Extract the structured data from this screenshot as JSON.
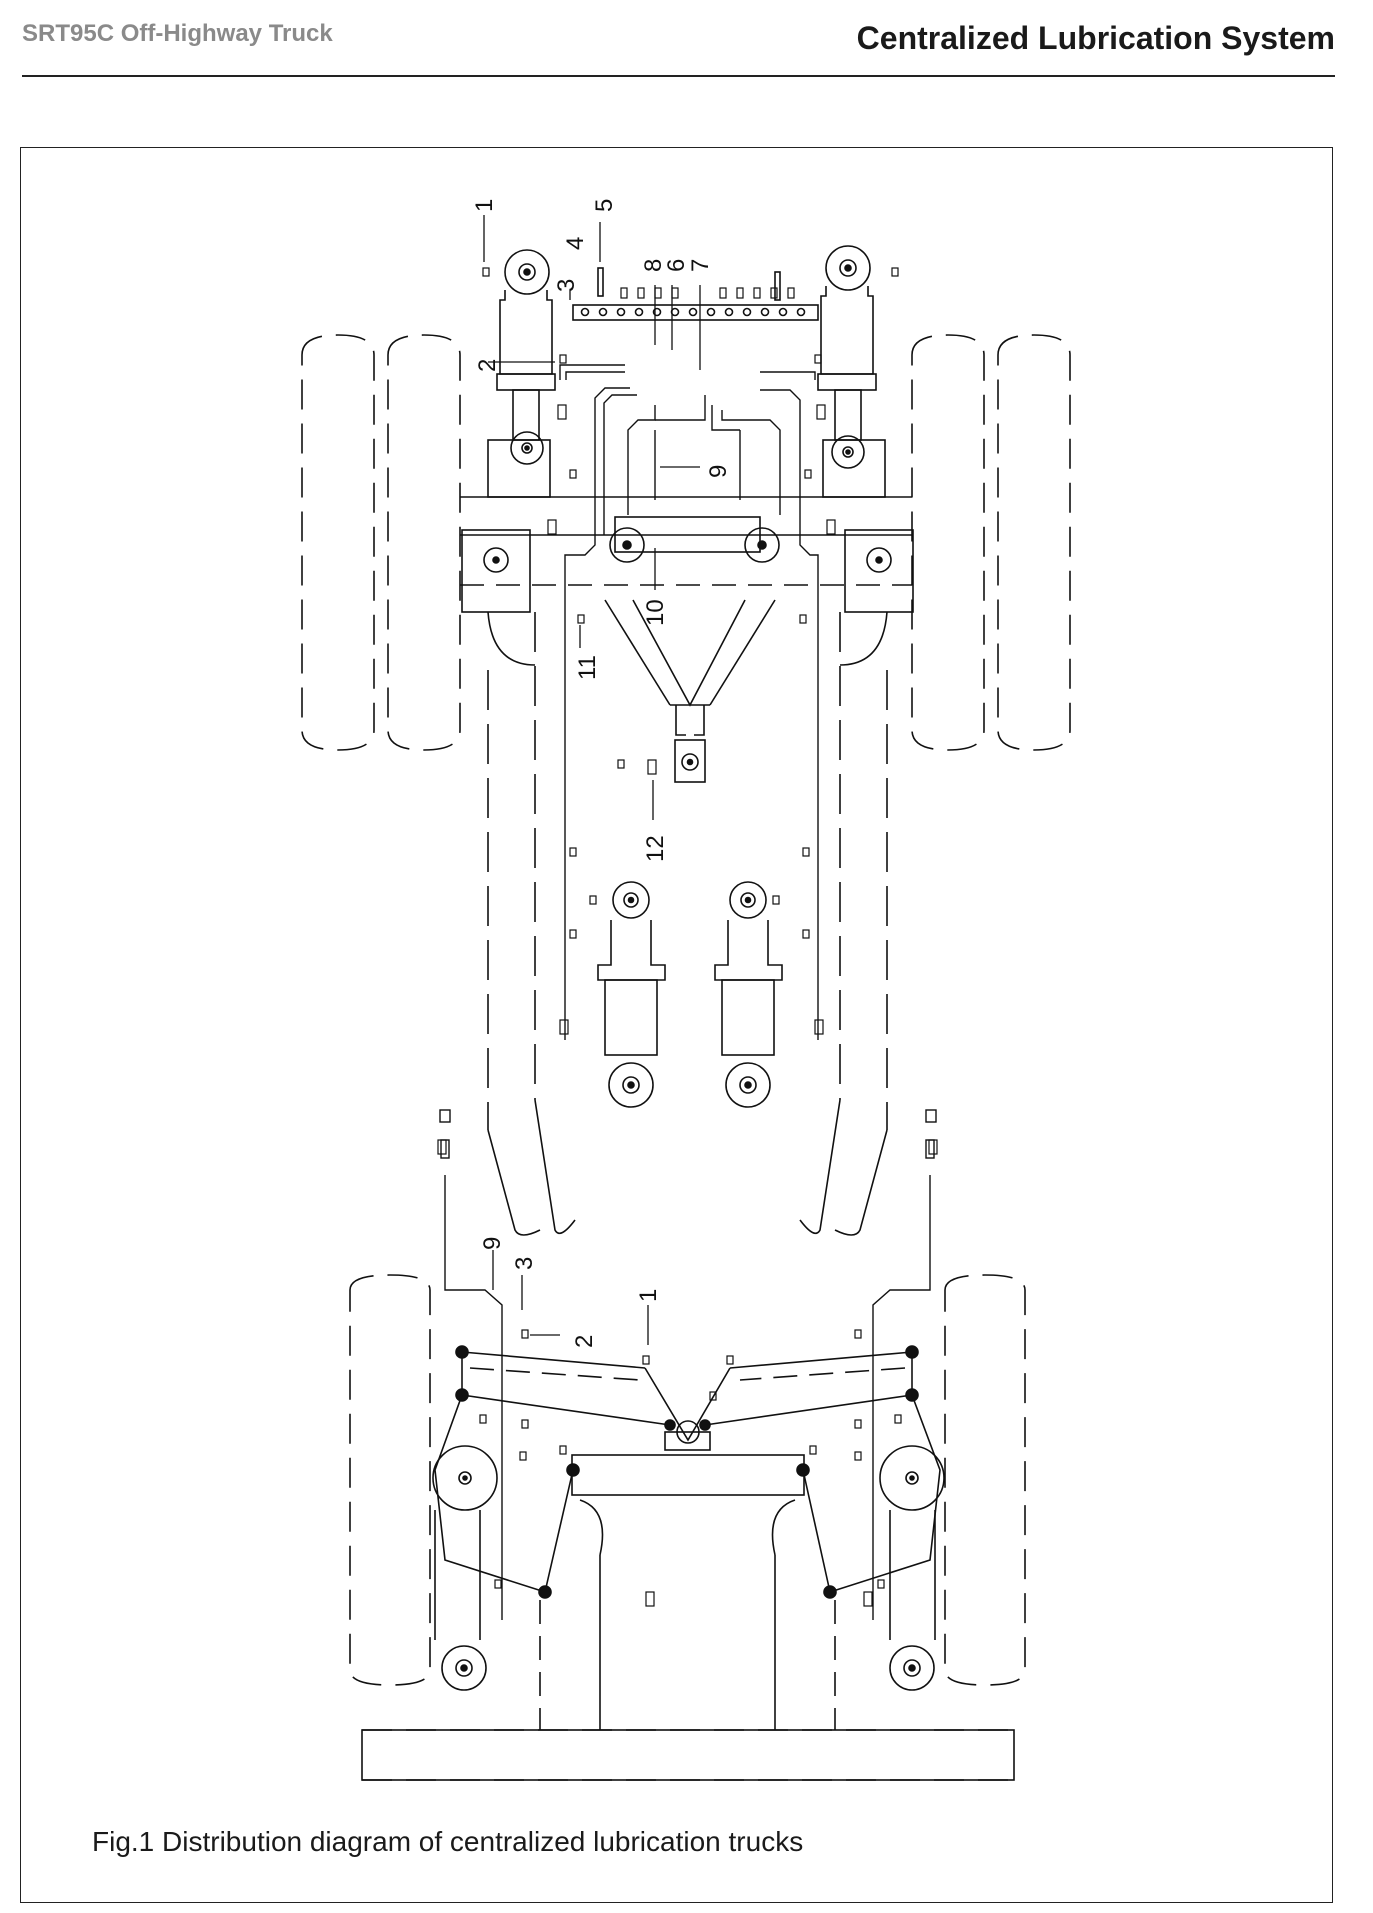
{
  "header": {
    "left_title": "SRT95C Off-Highway Truck",
    "right_title": "Centralized Lubrication System"
  },
  "figure": {
    "caption": "Fig.1 Distribution diagram of centralized lubrication trucks",
    "callouts": [
      {
        "id": "c1_top",
        "text": "1"
      },
      {
        "id": "c2_top",
        "text": "2"
      },
      {
        "id": "c3_top",
        "text": "3"
      },
      {
        "id": "c4_top",
        "text": "4"
      },
      {
        "id": "c5_top",
        "text": "5"
      },
      {
        "id": "c6_top",
        "text": "6"
      },
      {
        "id": "c7_top",
        "text": "7"
      },
      {
        "id": "c8_top",
        "text": "8"
      },
      {
        "id": "c9_mid",
        "text": "9"
      },
      {
        "id": "c10",
        "text": "10"
      },
      {
        "id": "c11",
        "text": "11"
      },
      {
        "id": "c12",
        "text": "12"
      },
      {
        "id": "c9_rear",
        "text": "9"
      },
      {
        "id": "c3_rear",
        "text": "3"
      },
      {
        "id": "c2_rear",
        "text": "2"
      },
      {
        "id": "c1_rear",
        "text": "1"
      }
    ]
  }
}
